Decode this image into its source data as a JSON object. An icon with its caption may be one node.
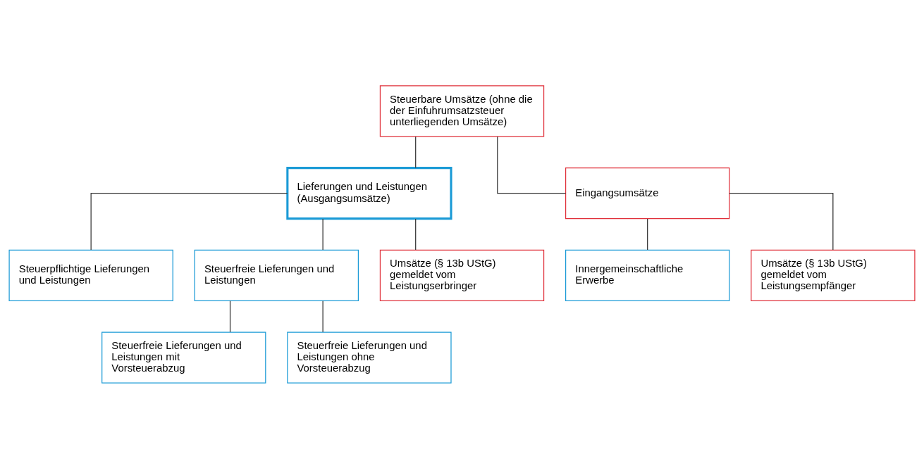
{
  "diagram": {
    "nodes": [
      {
        "text": [
          "Steuerbare Umsätze (ohne die der Einfuhrumsatzsteuer unterliegenden Umsätze)"
        ]
      },
      {
        "text": [
          "Lieferungen und Leistungen (Ausgangsumsätze)"
        ]
      },
      {
        "text": [
          "Eingangsumsätze"
        ]
      },
      {
        "text": [
          "Steuerpflichtige Lieferungen und Leistungen"
        ]
      },
      {
        "text": [
          "Steuerfreie Lieferungen und Leistungen"
        ]
      },
      {
        "text": [
          "Umsätze (§ 13b UStG) gemeldet vom Leistungserbringer"
        ]
      },
      {
        "text": [
          "Steuerfreie Lieferungen und Leistungen mit Vorsteuerabzug"
        ]
      },
      {
        "text": [
          "Steuerfreie Lieferungen und Leistungen ohne Vorsteuerabzug"
        ]
      },
      {
        "text": [
          "Innergemeinschaftliche Erwerbe"
        ]
      },
      {
        "text": [
          "Umsätze (§ 13b UStG) gemeldet vom Leistungsempfänger"
        ]
      }
    ],
    "edges": [
      {
        "from": 0,
        "to": 1,
        "arrow": "none"
      },
      {
        "from": 0,
        "to": 2,
        "arrow": "none"
      },
      {
        "from": 1,
        "to": 3,
        "arrow": "none"
      },
      {
        "from": 1,
        "to": 4,
        "arrow": "none"
      },
      {
        "from": 1,
        "to": 5,
        "arrow": "none"
      },
      {
        "from": 4,
        "to": 6,
        "arrow": "none"
      },
      {
        "from": 4,
        "to": 7,
        "arrow": "none"
      },
      {
        "from": 2,
        "to": 8,
        "arrow": "none"
      },
      {
        "from": 2,
        "to": 9,
        "arrow": "none"
      }
    ]
  }
}
